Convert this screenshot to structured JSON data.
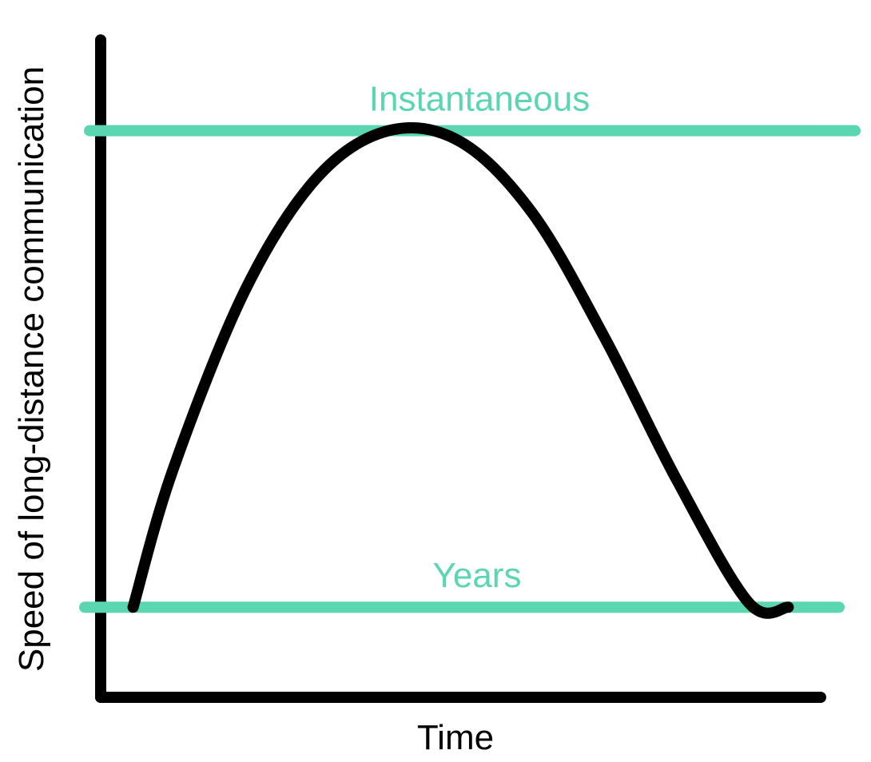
{
  "chart_data": {
    "type": "line",
    "title": "",
    "xlabel": "Time",
    "ylabel": "Speed of long-distance communication",
    "x_ticks": [],
    "y_ticks": [],
    "grid": false,
    "xlim": [
      0,
      1
    ],
    "ylim": [
      0,
      1
    ],
    "reference_lines": [
      {
        "label": "Instantaneous",
        "y": 0.862
      },
      {
        "label": "Years",
        "y": 0.137
      }
    ],
    "series": [
      {
        "x": [
          0.045,
          0.1,
          0.2,
          0.3,
          0.4,
          0.5,
          0.6,
          0.7,
          0.8,
          0.9,
          0.955
        ],
        "y": [
          0.137,
          0.345,
          0.618,
          0.79,
          0.862,
          0.845,
          0.736,
          0.547,
          0.331,
          0.144,
          0.137
        ]
      }
    ]
  },
  "colors": {
    "axis": "#000000",
    "curve": "#000000",
    "reference": "#5ad6b1"
  }
}
